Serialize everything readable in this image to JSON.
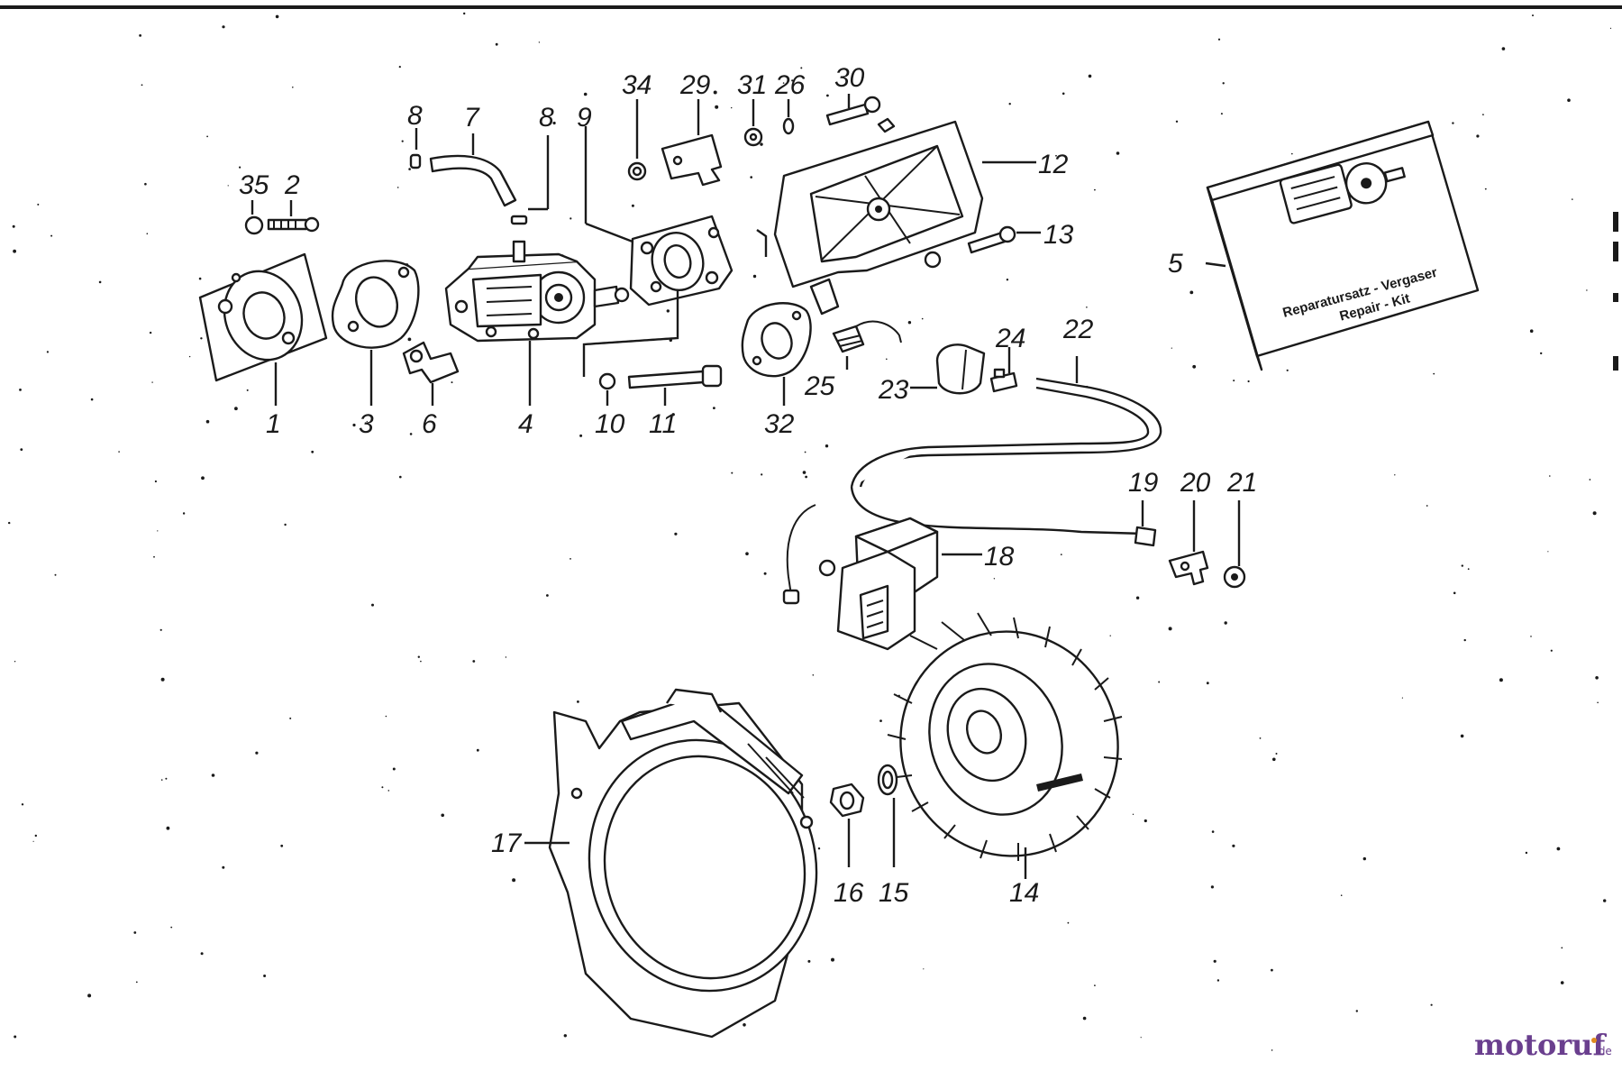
{
  "diagram": {
    "part_labels": [
      "1",
      "2",
      "3",
      "4",
      "5",
      "6",
      "7",
      "8",
      "8",
      "9",
      "10",
      "11",
      "12",
      "13",
      "14",
      "15",
      "16",
      "17",
      "18",
      "19",
      "20",
      "21",
      "22",
      "23",
      "24",
      "25",
      "26",
      "29",
      "30",
      "31",
      "32",
      "34",
      "35"
    ],
    "repair_kit_text": [
      "Reparatursatz - Vergaser",
      "Repair - Kit"
    ]
  },
  "watermark": {
    "logo_text": "motoruf",
    "logo_tld": ".de"
  },
  "colors": {
    "ink": "#1a1a1a",
    "logo": "#6a3f8e",
    "logo_accent": "#e08a1e"
  }
}
